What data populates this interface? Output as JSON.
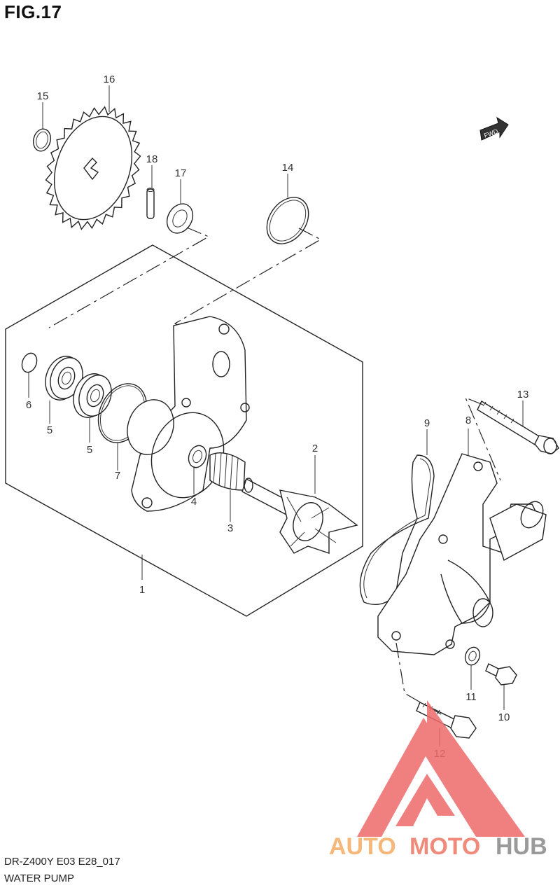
{
  "figure": {
    "title": "FIG.17",
    "code": "DR-Z400Y E03 E28_017",
    "name": "WATER PUMP"
  },
  "callouts": [
    {
      "id": "c1",
      "label": "1"
    },
    {
      "id": "c2",
      "label": "2"
    },
    {
      "id": "c3",
      "label": "3"
    },
    {
      "id": "c4",
      "label": "4"
    },
    {
      "id": "c5a",
      "label": "5"
    },
    {
      "id": "c5b",
      "label": "5"
    },
    {
      "id": "c6",
      "label": "6"
    },
    {
      "id": "c7",
      "label": "7"
    },
    {
      "id": "c8",
      "label": "8"
    },
    {
      "id": "c9",
      "label": "9"
    },
    {
      "id": "c10",
      "label": "10"
    },
    {
      "id": "c11",
      "label": "11"
    },
    {
      "id": "c12",
      "label": "12"
    },
    {
      "id": "c13",
      "label": "13"
    },
    {
      "id": "c14",
      "label": "14"
    },
    {
      "id": "c15",
      "label": "15"
    },
    {
      "id": "c16",
      "label": "16"
    },
    {
      "id": "c17",
      "label": "17"
    },
    {
      "id": "c18",
      "label": "18"
    }
  ],
  "direction_arrow": {
    "label": "FWD",
    "icon": "fwd-arrow-icon"
  },
  "watermark": {
    "part_a": "AUTO",
    "part_b": "MOTO",
    "part_c": "HUB",
    "color_a": "#f5b87a",
    "color_b": "#f08a7a",
    "color_c": "#9a9a9a",
    "logo_color": "#ee6b6b"
  }
}
